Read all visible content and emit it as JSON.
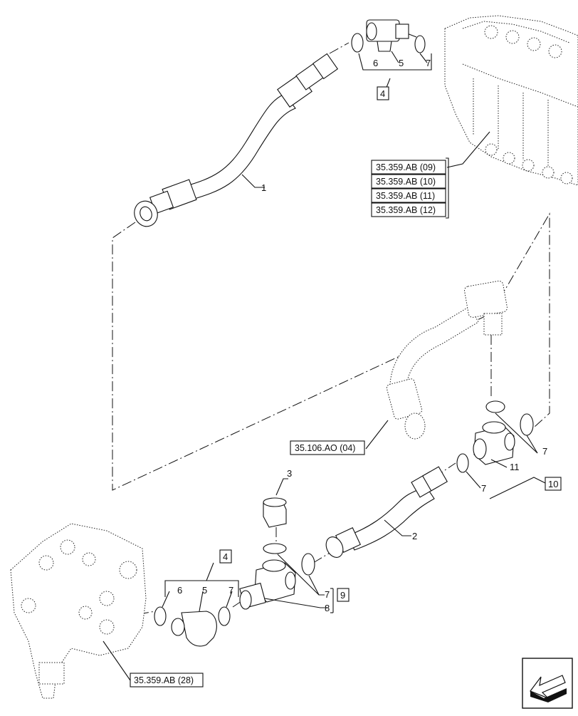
{
  "callouts": {
    "c1": "1",
    "c2": "2",
    "c3": "3",
    "c4a": "4",
    "c4b": "4",
    "c5a": "5",
    "c5b": "5",
    "c6a": "6",
    "c6b": "6",
    "c7a": "7",
    "c7b": "7",
    "c7c": "7",
    "c7d": "7",
    "c8": "8",
    "c9": "9",
    "c10": "10",
    "c11": "11"
  },
  "references": {
    "r1": "35.359.AB (09)",
    "r2": "35.359.AB (10)",
    "r3": "35.359.AB (11)",
    "r4": "35.359.AB (12)",
    "r5": "35.106.AO (04)",
    "r6": "35.359.AB (28)"
  },
  "icons": {
    "nav": "arrow-icon"
  }
}
